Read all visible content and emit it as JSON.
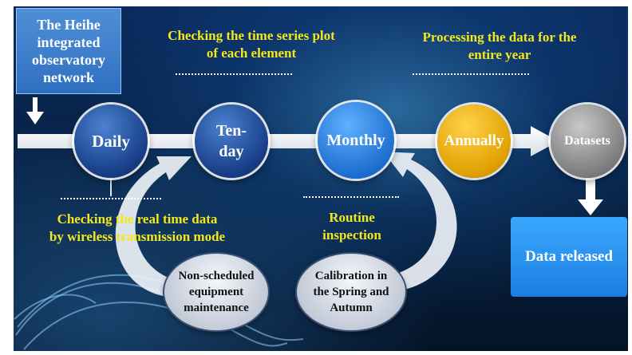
{
  "network_box": [
    "The Heihe",
    "integrated",
    "observatory",
    "network"
  ],
  "circles": {
    "daily": "Daily",
    "tenday": [
      "Ten-",
      "day"
    ],
    "monthly": "Monthly",
    "annually": "Annually",
    "datasets": "Datasets"
  },
  "labels": {
    "timeseries": [
      "Checking the time series plot",
      "of each element"
    ],
    "processing": [
      "Processing  the data for the",
      "entire year"
    ],
    "realtime": [
      "Checking  the real time data",
      "by wireless transmission mode"
    ],
    "routine": [
      "Routine",
      "inspection"
    ]
  },
  "ellipses": {
    "nonscheduled": [
      "Non-scheduled",
      "equipment",
      "maintenance"
    ],
    "calibration": [
      "Calibration in",
      "the Spring and",
      "Autumn"
    ]
  },
  "released": "Data released",
  "colors": {
    "label_yellow": "#f3e81f",
    "daily_blue": "#173d86",
    "monthly_blue": "#1e6fd0",
    "annually_gold": "#e0a000",
    "datasets_gray": "#7d7d7d",
    "released_blue": "#1c7ee0"
  }
}
